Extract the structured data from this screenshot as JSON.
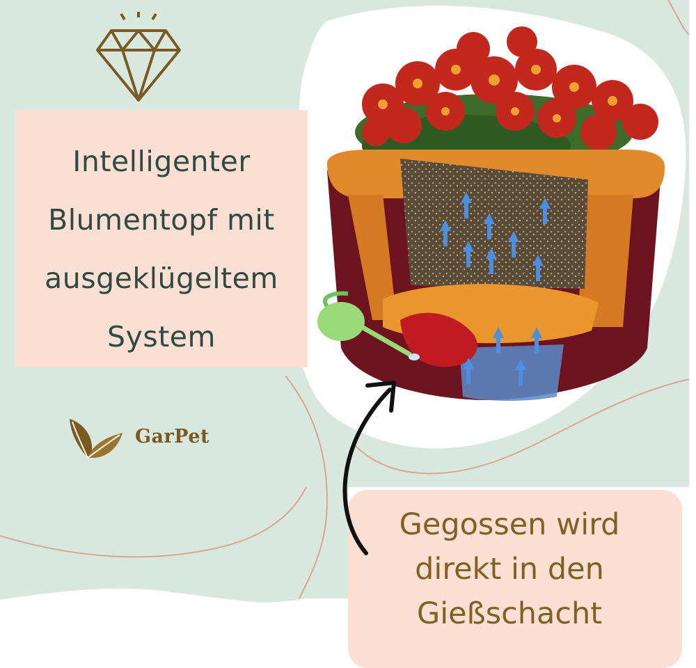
{
  "headline": {
    "lines": [
      "Intelligenter",
      "Blumentopf mit",
      "ausgeklügeltem",
      "System"
    ]
  },
  "brand": {
    "name": "GarPet"
  },
  "caption": {
    "lines": [
      "Gegossen wird",
      "direkt in den",
      "Gießschacht"
    ]
  },
  "icons": {
    "top": "diamond-icon",
    "brand": "leaf-icon",
    "pointer": "curved-arrow-icon"
  },
  "colors": {
    "mint_background": "#d8e8de",
    "peach_panel": "#fbdfd2",
    "headline_text": "#2f4a42",
    "brand_gold": "#7a5a22",
    "caption_text": "#7f6124",
    "pot_orange": "#e08a2c"
  }
}
